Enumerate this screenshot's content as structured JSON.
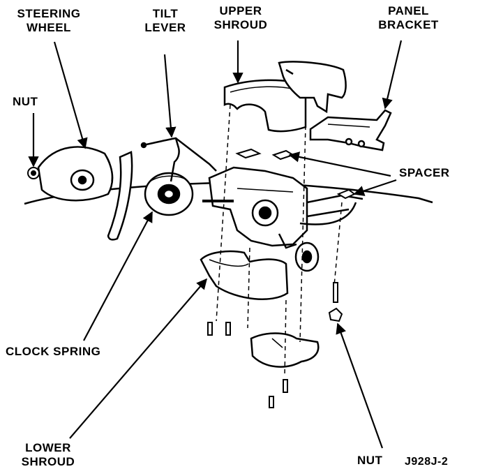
{
  "labels": {
    "steering_wheel": [
      "STEERING",
      "WHEEL"
    ],
    "tilt_lever": [
      "TILT",
      "LEVER"
    ],
    "upper_shroud": [
      "UPPER",
      "SHROUD"
    ],
    "panel_bracket": [
      "PANEL",
      "BRACKET"
    ],
    "nut_top": "NUT",
    "spacer": "SPACER",
    "clock_spring": "CLOCK SPRING",
    "lower_shroud": [
      "LOWER",
      "SHROUD"
    ],
    "nut_bottom": "NUT",
    "figure_id": "J928J-2"
  },
  "colors": {
    "ink": "#000000",
    "paper": "#ffffff"
  }
}
